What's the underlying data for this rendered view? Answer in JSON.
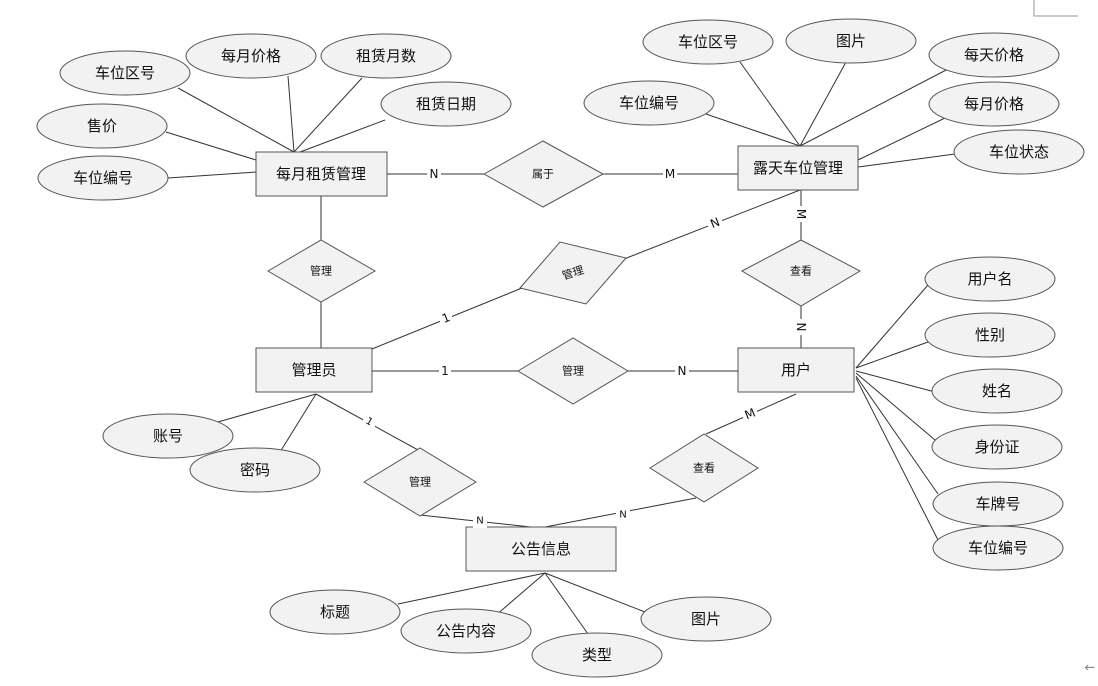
{
  "entities": {
    "monthly_rental": "每月租赁管理",
    "outdoor_parking": "露天车位管理",
    "admin": "管理员",
    "user": "用户",
    "announcement": "公告信息"
  },
  "relationships": {
    "belongs_to": "属于",
    "manage_rental": "管理",
    "manage_parking": "管理",
    "manage_user": "管理",
    "manage_announcement": "管理",
    "view_parking": "查看",
    "view_announcement": "查看"
  },
  "attributes": {
    "rental_area": "车位区号",
    "rental_monthly_price": "每月价格",
    "rental_months": "租赁月数",
    "rental_date": "租赁日期",
    "rental_sale_price": "售价",
    "rental_number": "车位编号",
    "parking_area": "车位区号",
    "parking_image": "图片",
    "parking_daily_price": "每天价格",
    "parking_number": "车位编号",
    "parking_monthly_price": "每月价格",
    "parking_status": "车位状态",
    "user_username": "用户名",
    "user_gender": "性别",
    "user_name": "姓名",
    "user_id_card": "身份证",
    "user_plate": "车牌号",
    "user_parking_number": "车位编号",
    "admin_account": "账号",
    "admin_password": "密码",
    "ann_title": "标题",
    "ann_content": "公告内容",
    "ann_type": "类型",
    "ann_image": "图片"
  },
  "cardinalities": {
    "rental_belongs": "N",
    "parking_belongs": "M",
    "admin_manage_parking": "1",
    "parking_manage_admin": "N",
    "parking_view": "M",
    "user_view_parking": "N",
    "admin_manage_user": "1",
    "user_managed": "N",
    "admin_manage_ann": "1",
    "ann_managed": "N",
    "ann_viewed": "N",
    "user_view_ann": "M"
  }
}
